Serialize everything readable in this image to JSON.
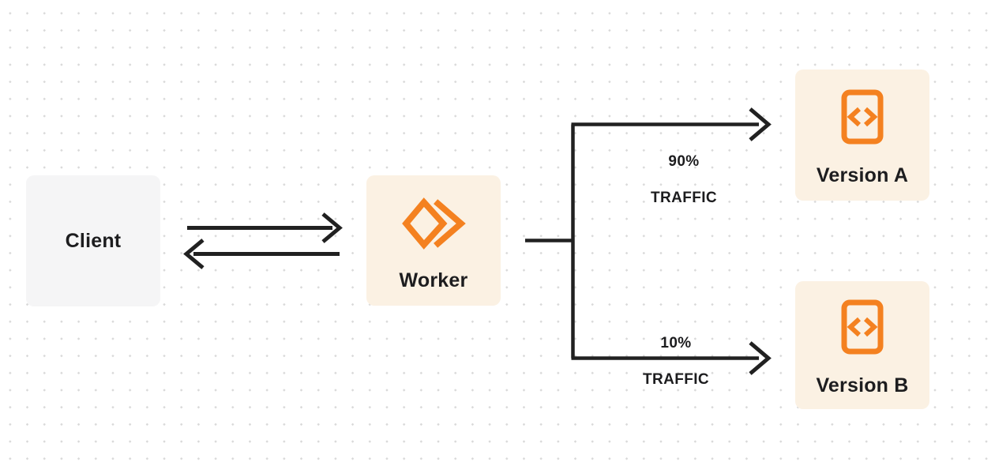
{
  "diagram": {
    "nodes": {
      "client": {
        "label": "Client"
      },
      "worker": {
        "label": "Worker",
        "icon": "cloudflare-workers-icon"
      },
      "version_a": {
        "label": "Version A",
        "icon": "code-file-icon"
      },
      "version_b": {
        "label": "Version B",
        "icon": "code-file-icon"
      }
    },
    "edges": {
      "worker_to_version_a": {
        "percent": "90%",
        "caption": "TRAFFIC"
      },
      "worker_to_version_b": {
        "percent": "10%",
        "caption": "TRAFFIC"
      }
    },
    "colors": {
      "accent_orange": "#f48120",
      "node_cream": "#fbf1e3",
      "node_gray": "#f5f5f6",
      "line_dark": "#212121",
      "text_dark": "#1d1d1f",
      "dot_grid": "#d9d9d9"
    }
  }
}
